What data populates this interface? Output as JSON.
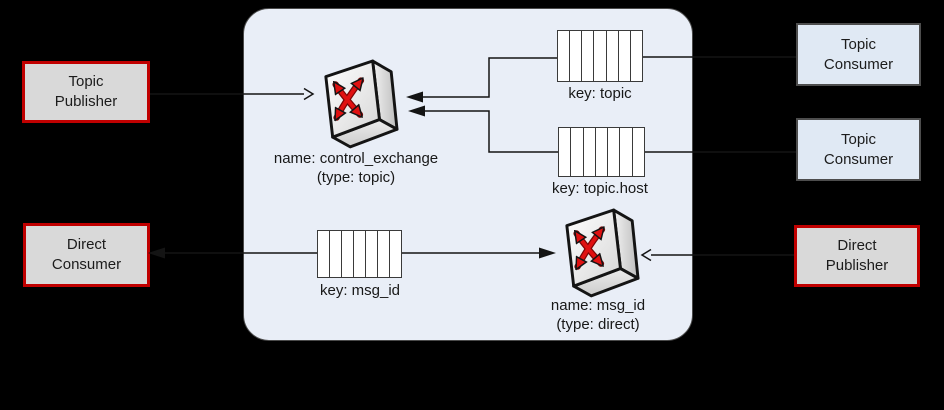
{
  "diagram": {
    "kind": "message-broker architecture (exchanges, queues, publishers, consumers)"
  },
  "boxes": {
    "topic_publisher": {
      "line1": "Topic",
      "line2": "Publisher"
    },
    "direct_consumer": {
      "line1": "Direct",
      "line2": "Consumer"
    },
    "topic_consumer_1": {
      "line1": "Topic",
      "line2": "Consumer"
    },
    "topic_consumer_2": {
      "line1": "Topic",
      "line2": "Consumer"
    },
    "direct_publisher": {
      "line1": "Direct",
      "line2": "Publisher"
    }
  },
  "exchanges": {
    "control": {
      "name": "name: control_exchange",
      "type": "(type: topic)"
    },
    "direct": {
      "name": "name: msg_id",
      "type": "(type: direct)"
    }
  },
  "queues": {
    "topic": {
      "label": "key: topic",
      "cells": 7
    },
    "topic_host": {
      "label": "key: topic.host",
      "cells": 7
    },
    "msg_id": {
      "label": "key: msg_id",
      "cells": 7
    }
  },
  "connections": [
    {
      "from": "Topic Publisher",
      "to": "control_exchange",
      "arrowhead": "open"
    },
    {
      "from": "queue key: topic",
      "to": "control_exchange",
      "arrowhead": "solid"
    },
    {
      "from": "queue key: topic.host",
      "to": "control_exchange",
      "arrowhead": "solid"
    },
    {
      "from": "queue key: topic",
      "to": "Topic Consumer (top)",
      "arrowhead": "none"
    },
    {
      "from": "queue key: topic.host",
      "to": "Topic Consumer (bottom)",
      "arrowhead": "none"
    },
    {
      "from": "queue key: msg_id",
      "to": "Direct Consumer",
      "arrowhead": "solid"
    },
    {
      "from": "queue key: msg_id",
      "to": "msg_id exchange",
      "arrowhead": "solid"
    },
    {
      "from": "Direct Publisher",
      "to": "msg_id exchange",
      "arrowhead": "open"
    }
  ],
  "colors": {
    "background": "#000000",
    "panel_fill": "#e9eef7",
    "panel_border": "#4a4a4a",
    "node_gray_fill": "#d9d9d9",
    "node_red_border": "#c00000",
    "node_blue_fill": "#e0e9f4",
    "node_blue_border": "#4d4d4d",
    "queue_fill": "#ffffff",
    "queue_border": "#3a3a3a",
    "line_color": "#141414",
    "arrow_red": "#e01010"
  }
}
